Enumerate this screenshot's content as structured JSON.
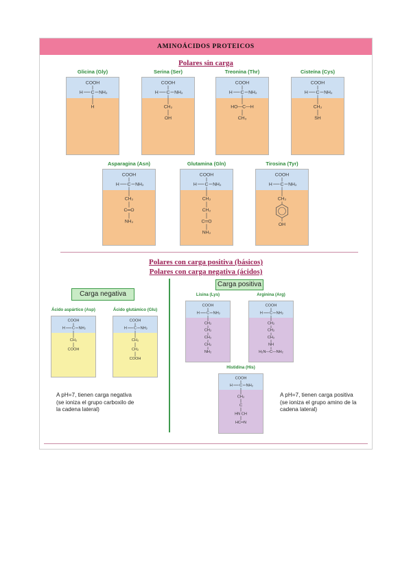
{
  "banner": "AMINOÁCIDOS PROTEICOS",
  "sections": {
    "uncharged": "Polares sin carga",
    "positive": "Polares con carga positiva (básicos)",
    "negative": "Polares con carga negativa (ácidos)"
  },
  "colors": {
    "banner": "#ef7a9c",
    "title": "#9b1f55",
    "backbone": "#cddff2",
    "uncharged_side": "#f6c38e",
    "negative_side": "#f8f1a6",
    "positive_side": "#d9c2e1",
    "label_green": "#2e8b3b"
  },
  "uncharged": [
    {
      "name": "Glicina (Gly)",
      "rows": [
        "H"
      ]
    },
    {
      "name": "Serina (Ser)",
      "rows": [
        "CH₂",
        "OH"
      ]
    },
    {
      "name": "Treonina (Thr)",
      "rows": [
        "HO—C—H",
        "CH₃"
      ]
    },
    {
      "name": "Cisteína (Cys)",
      "rows": [
        "CH₂",
        "SH"
      ]
    },
    {
      "name": "Asparagina (Asn)",
      "rows": [
        "CH₂",
        "C═O",
        "NH₂"
      ]
    },
    {
      "name": "Glutamina (Gln)",
      "rows": [
        "CH₂",
        "CH₂",
        "C═O",
        "NH₂"
      ]
    },
    {
      "name": "Tirosina (Tyr)",
      "rows": [
        "OH"
      ]
    }
  ],
  "negative": {
    "label": "Carga negativa",
    "items": [
      {
        "name": "Ácido aspártico (Asp)",
        "rows": [
          "CH₂",
          "COOH"
        ]
      },
      {
        "name": "Ácido glutámico (Glu)",
        "rows": [
          "CH₂",
          "CH₂",
          "COOH"
        ]
      }
    ],
    "note": "A pH=7, tienen carga negativa\n(se ioniza el grupo carboxilo de\nla cadena lateral)"
  },
  "positive": {
    "label": "Carga positiva",
    "items": [
      {
        "name": "Lisina (Lys)",
        "rows": [
          "CH₂",
          "CH₂",
          "CH₂",
          "CH₂",
          "NH₂"
        ]
      },
      {
        "name": "Arginina (Arg)",
        "rows": [
          "CH₂",
          "CH₂",
          "CH₂",
          "NH",
          "H₂N—C—NH₂"
        ]
      },
      {
        "name": "Histidina (His)",
        "rows": [
          "CH₂",
          "C",
          "HN    CH",
          "HC═N"
        ]
      }
    ],
    "note": "A pH=7, tienen carga positiva\n(se ioniza el grupo amino de la\ncadena lateral)"
  },
  "backbone": {
    "cooh": "COOH",
    "h": "H",
    "c": "C",
    "nh2": "NH₂"
  }
}
